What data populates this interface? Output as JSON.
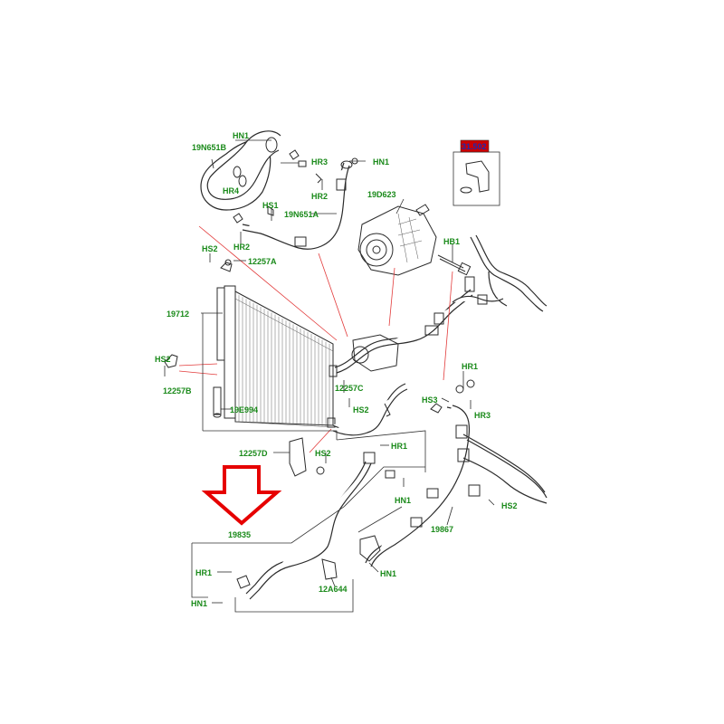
{
  "labels": {
    "hn1_top": "HN1",
    "n19n651b": "19N651B",
    "hr3_top": "HR3",
    "hn1_top2": "HN1",
    "hr4": "HR4",
    "hr2_top": "HR2",
    "hs1": "HS1",
    "n19n651a": "19N651A",
    "hr2_mid": "HR2",
    "hs2_a": "HS2",
    "n12257a": "12257A",
    "n19d623": "19D623",
    "hb1": "HB1",
    "n19712": "19712",
    "hs2_b": "HS2",
    "n12257b": "12257B",
    "n19e994": "19E994",
    "n12257c": "12257C",
    "hs2_c": "HS2",
    "hr1_right": "HR1",
    "hs3": "HS3",
    "hr3_right": "HR3",
    "n12257d": "12257D",
    "hs2_d": "HS2",
    "hr1_mid": "HR1",
    "hn1_mid": "HN1",
    "n19867": "19867",
    "hs2_e": "HS2",
    "n19835": "19835",
    "hr1_low": "HR1",
    "hn1_low": "HN1",
    "n12a644": "12A644",
    "hn1_left": "HN1",
    "kit": "31.502"
  },
  "colors": {
    "label": "#1a8a1a",
    "line": "#2b2b2b",
    "leader_red": "#e23b3b",
    "arrow": "#e60000",
    "kit_box": "#cc0000"
  },
  "icons": [
    "down-arrow-icon"
  ]
}
